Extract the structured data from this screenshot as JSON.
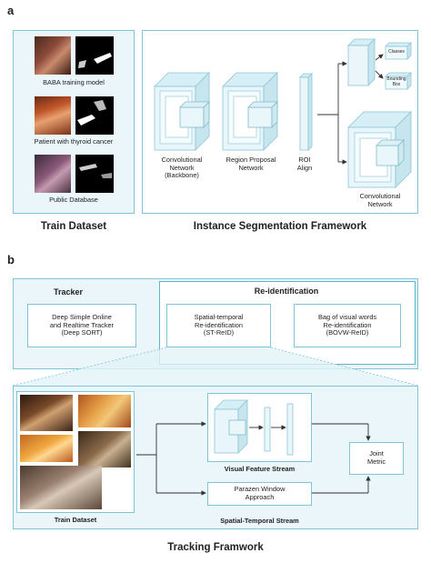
{
  "panel_a": {
    "letter": "a",
    "train_dataset": {
      "caption": "Train Dataset",
      "items": [
        {
          "label": "BABA training model"
        },
        {
          "label": "Patient with thyroid cancer"
        },
        {
          "label": "Public Database"
        }
      ]
    },
    "framework": {
      "caption": "Instance Segmentation Framework",
      "backbone": [
        "Convolutional",
        "Network",
        "(Backbone)"
      ],
      "rpn": [
        "Region Proposal",
        "Network"
      ],
      "roi": [
        "ROI",
        "Align"
      ],
      "classes": "Classes",
      "bounding_box": [
        "Bounding",
        "Box"
      ],
      "conv": [
        "Convolutional",
        "Network"
      ]
    }
  },
  "panel_b": {
    "letter": "b",
    "tracker": {
      "title": "Tracker",
      "deep_sort": [
        "Deep Simple Online",
        "and Realtime Tracker",
        "(Deep SORT)"
      ]
    },
    "reid": {
      "title": "Re-identification",
      "st_reid": [
        "Spatial-temporal",
        "Re-identification",
        "(ST-ReID)"
      ],
      "bovw": [
        "Bag of visual words",
        "Re-identification",
        "(BOVW-ReID)"
      ]
    },
    "detail": {
      "train_caption": "Train Dataset",
      "visual_stream": "Visual Feature Stream",
      "parazen": [
        "Parazen Window",
        "Approach"
      ],
      "spatial_stream": "Spatial-Temporal Stream",
      "joint": [
        "Joint",
        "Metric"
      ]
    },
    "caption": "Tracking Framwork"
  },
  "colors": {
    "box_border": "#7fc4d8",
    "box_fill": "#eaf6fa",
    "arrow": "#333333"
  }
}
